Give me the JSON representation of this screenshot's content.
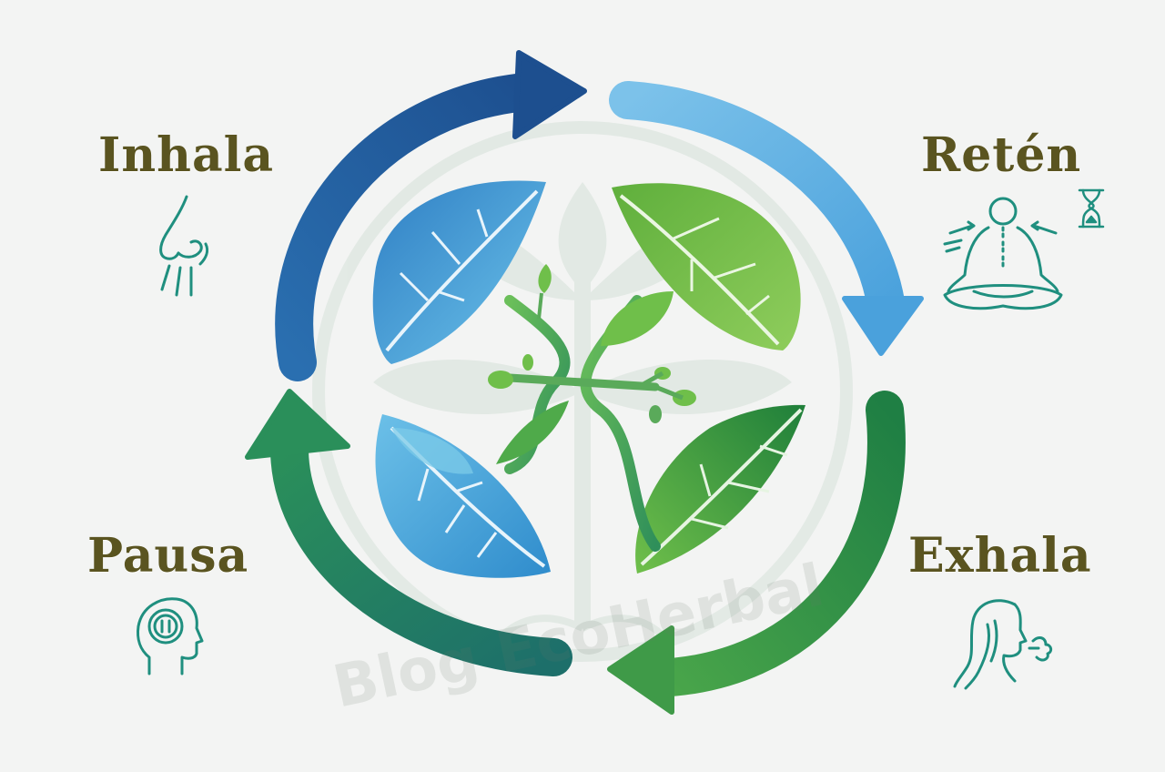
{
  "diagram": {
    "steps": [
      {
        "id": "inhala",
        "label": "Inhala",
        "icon": "nose-inhale-icon"
      },
      {
        "id": "reten",
        "label": "Retén",
        "icon": "meditation-hold-icon",
        "extra_icon": "hourglass-icon"
      },
      {
        "id": "exhala",
        "label": "Exhala",
        "icon": "woman-exhale-icon"
      },
      {
        "id": "pausa",
        "label": "Pausa",
        "icon": "head-pause-icon"
      }
    ],
    "watermark": "Blog EcoHerbal",
    "colors": {
      "label_text": "#5a5420",
      "icon_stroke": "#1f8f7f",
      "arrow_dark_blue": "#1f5f9c",
      "arrow_light_blue": "#5aaee0",
      "arrow_green": "#2f8f4f",
      "arrow_teal": "#1f7f6a",
      "leaf_blue": "#3a9ad8",
      "leaf_green": "#6ab83f"
    }
  }
}
